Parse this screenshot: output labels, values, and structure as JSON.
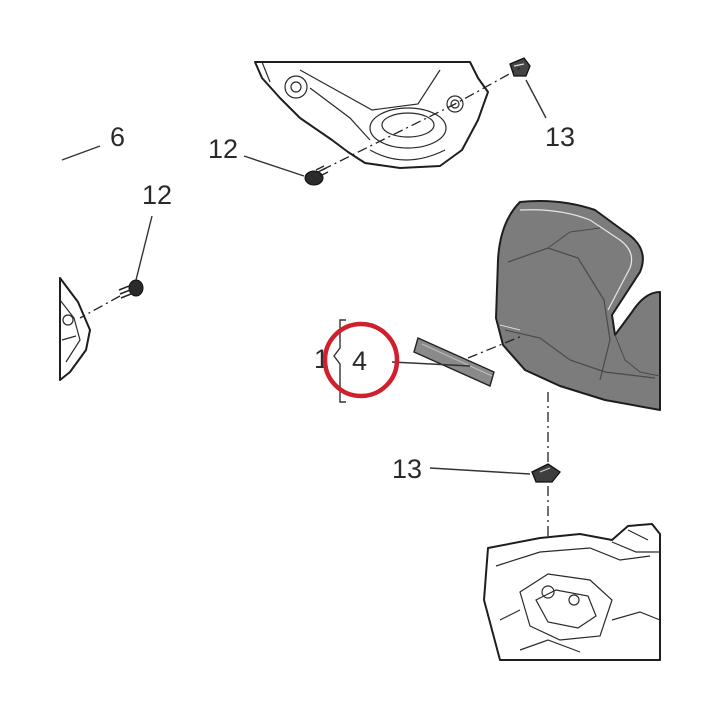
{
  "callouts": {
    "part_6": "6",
    "part_12_top": "12",
    "part_12_left": "12",
    "part_13_top": "13",
    "part_13_mid": "13",
    "part_1": "1",
    "part_4": "4"
  },
  "highlight": {
    "color": "#d0202e",
    "target": "part_4"
  },
  "colors": {
    "line": "#1e1e1e",
    "shell_fill": "#7c7c7c",
    "shell_dark": "#5a5a5a",
    "background": "#ffffff"
  }
}
